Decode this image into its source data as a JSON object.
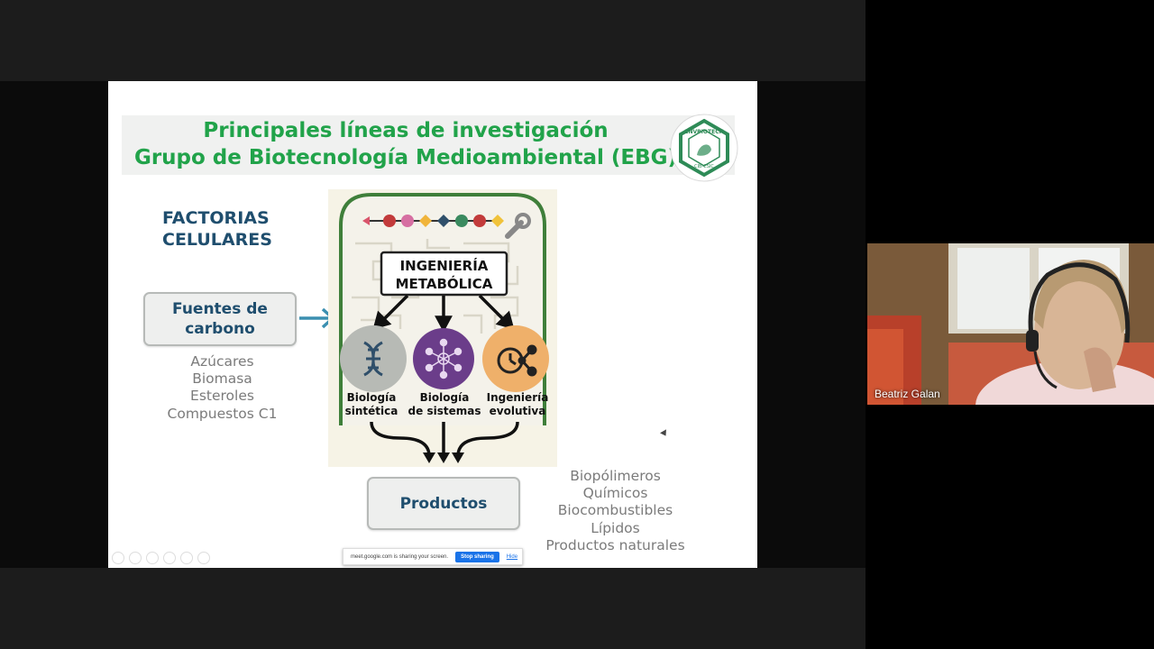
{
  "slide": {
    "title_line1": "Principales líneas de investigación",
    "title_line2": "Grupo de Biotecnología Medioambiental (EBG)",
    "logo_text_top": "ENVBIOTECH",
    "logo_text_bottom": "CIB-CSIC",
    "factorias_line1": "FACTORIAS",
    "factorias_line2": "CELULARES",
    "fuentes_line1": "Fuentes de",
    "fuentes_line2": "carbono",
    "carbon_sources": [
      "Azúcares",
      "Biomasa",
      "Esteroles",
      "Compuestos C1"
    ],
    "ingenieria_line1": "INGENIERÍA",
    "ingenieria_line2": "METABÓLICA",
    "approaches": [
      {
        "line1": "Biología",
        "line2": "sintética",
        "color": "#b7bab5",
        "icon": "dna-icon"
      },
      {
        "line1": "Biología",
        "line2": "de sistemas",
        "color": "#6b3d8a",
        "icon": "network-icon"
      },
      {
        "line1": "Ingeniería",
        "line2": "evolutiva",
        "color": "#efb06a",
        "icon": "clock-network-icon"
      }
    ],
    "productos_label": "Productos",
    "products": [
      "Biopólimeros",
      "Químicos",
      "Biocombustibles",
      "Lípidos",
      "Productos naturales"
    ]
  },
  "share_bar": {
    "message": "meet.google.com is sharing your screen.",
    "stop_label": "Stop sharing",
    "hide_label": "Hide"
  },
  "participant": {
    "name": "Beatriz Galan"
  },
  "colors": {
    "title_green": "#21a34a",
    "navy": "#1f4e6e",
    "teal_arrow": "#3b8fb0",
    "cell_green": "#3f7f3a"
  }
}
